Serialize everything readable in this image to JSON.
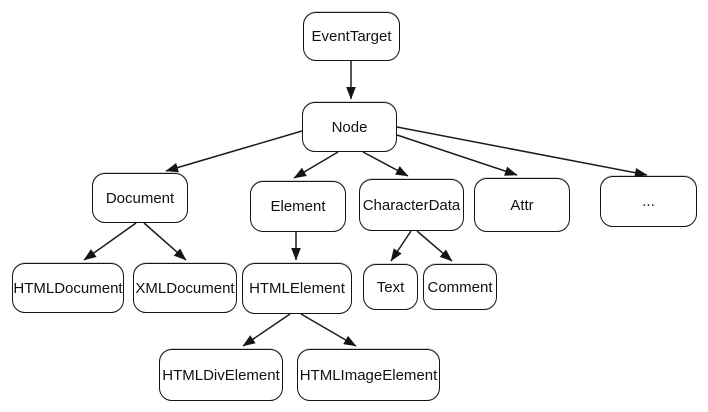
{
  "diagram": {
    "description": "DOM interface inheritance tree",
    "colors": {
      "background": "#ffffff",
      "box_fill": "#ffffff",
      "box_border": "#141414",
      "edge_stroke": "#1c1c1c",
      "text": "#111111"
    },
    "nodes": [
      {
        "id": "eventtarget",
        "label": "EventTarget"
      },
      {
        "id": "node",
        "label": "Node"
      },
      {
        "id": "document",
        "label": "Document"
      },
      {
        "id": "element",
        "label": "Element"
      },
      {
        "id": "characterdata",
        "label": "CharacterData"
      },
      {
        "id": "attr",
        "label": "Attr"
      },
      {
        "id": "ellipsis",
        "label": "..."
      },
      {
        "id": "htmldocument",
        "label": "HTMLDocument"
      },
      {
        "id": "xmldocument",
        "label": "XMLDocument"
      },
      {
        "id": "htmlelement",
        "label": "HTMLElement"
      },
      {
        "id": "text",
        "label": "Text"
      },
      {
        "id": "comment",
        "label": "Comment"
      },
      {
        "id": "htmldivelement",
        "label": "HTMLDivElement"
      },
      {
        "id": "htmlimageelement",
        "label": "HTMLImageElement"
      }
    ],
    "edges": [
      {
        "from": "EventTarget",
        "to": "Node"
      },
      {
        "from": "Node",
        "to": "Document"
      },
      {
        "from": "Node",
        "to": "Element"
      },
      {
        "from": "Node",
        "to": "CharacterData"
      },
      {
        "from": "Node",
        "to": "Attr"
      },
      {
        "from": "Node",
        "to": "..."
      },
      {
        "from": "Document",
        "to": "HTMLDocument"
      },
      {
        "from": "Document",
        "to": "XMLDocument"
      },
      {
        "from": "Element",
        "to": "HTMLElement"
      },
      {
        "from": "CharacterData",
        "to": "Text"
      },
      {
        "from": "CharacterData",
        "to": "Comment"
      },
      {
        "from": "HTMLElement",
        "to": "HTMLDivElement"
      },
      {
        "from": "HTMLElement",
        "to": "HTMLImageElement"
      }
    ]
  }
}
